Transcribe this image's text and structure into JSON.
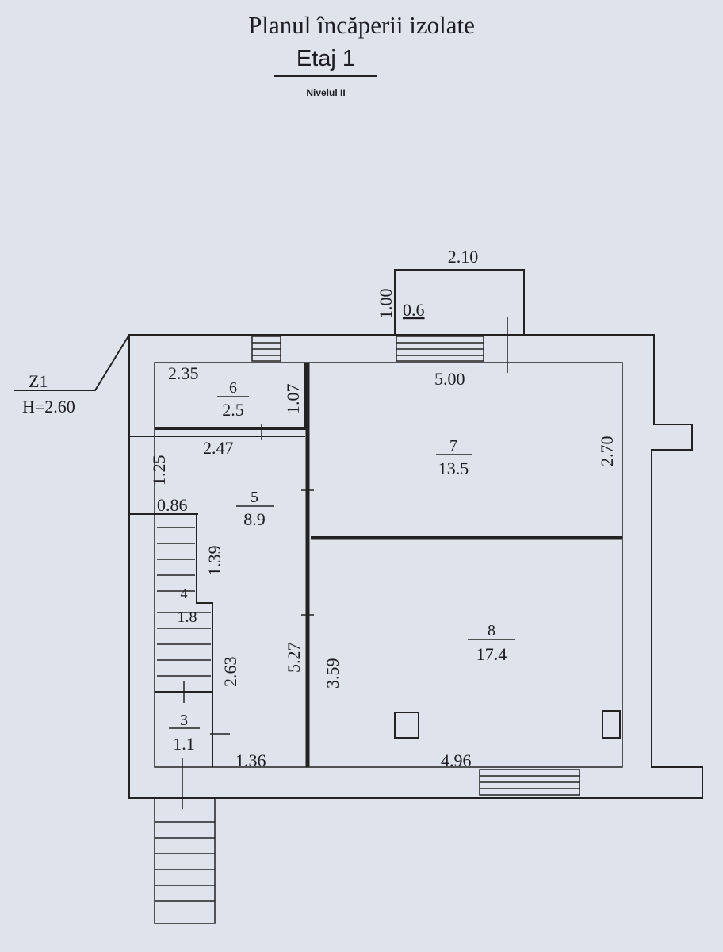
{
  "header": {
    "title": "Planul  încăperii izolate",
    "floor": "Etaj 1",
    "level": "Nivelul II"
  },
  "marker": {
    "code": "Z1",
    "height": "H=2.60"
  },
  "rooms": [
    {
      "number": "3",
      "area": "1.1"
    },
    {
      "number": "4",
      "area": "1.8"
    },
    {
      "number": "5",
      "area": "8.9"
    },
    {
      "number": "6",
      "area": "2.5"
    },
    {
      "number": "7",
      "area": "13.5"
    },
    {
      "number": "8",
      "area": "17.4"
    }
  ],
  "balcony": {
    "area": "0.6",
    "width": "2.10",
    "depth": "1.00"
  },
  "dimensions": {
    "room6_width": "2.35",
    "room6_depth": "1.07",
    "room7_width": "5.00",
    "room7_depth": "2.70",
    "corridor_width": "2.47",
    "corridor_gap": "1.25",
    "stair_width": "0.86",
    "stair_upper": "1.39",
    "stair_lower": "2.63",
    "corridor_length": "5.27",
    "room8_depth": "3.59",
    "room8_width": "4.96",
    "room3_width": "1.36"
  }
}
